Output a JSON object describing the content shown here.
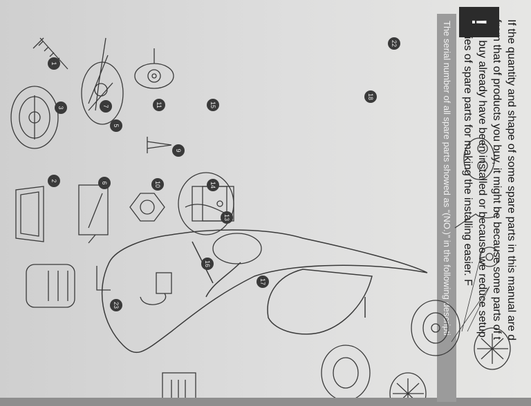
{
  "notice": {
    "text": "The serial number of all spare parts showed as “(NO.)” in the following descripti"
  },
  "warning": {
    "icon": "!",
    "lines": [
      "If the quantity and shape of some spare parts in this manual are d",
      "from that of products you buy, it might be because some parts of t",
      "you buy already have been installed or because we reduce setup",
      "...lities of spare parts for making the installing easier. F"
    ]
  },
  "parts": [
    {
      "no": "1"
    },
    {
      "no": "5"
    },
    {
      "no": "9"
    },
    {
      "no": "13"
    },
    {
      "no": "16"
    },
    {
      "no": "17"
    },
    {
      "no": "2"
    },
    {
      "no": "6"
    },
    {
      "no": "10"
    },
    {
      "no": "14"
    },
    {
      "no": "3"
    },
    {
      "no": "7"
    },
    {
      "no": "11"
    },
    {
      "no": "15"
    },
    {
      "no": "18"
    },
    {
      "no": "22"
    },
    {
      "no": "23"
    }
  ]
}
